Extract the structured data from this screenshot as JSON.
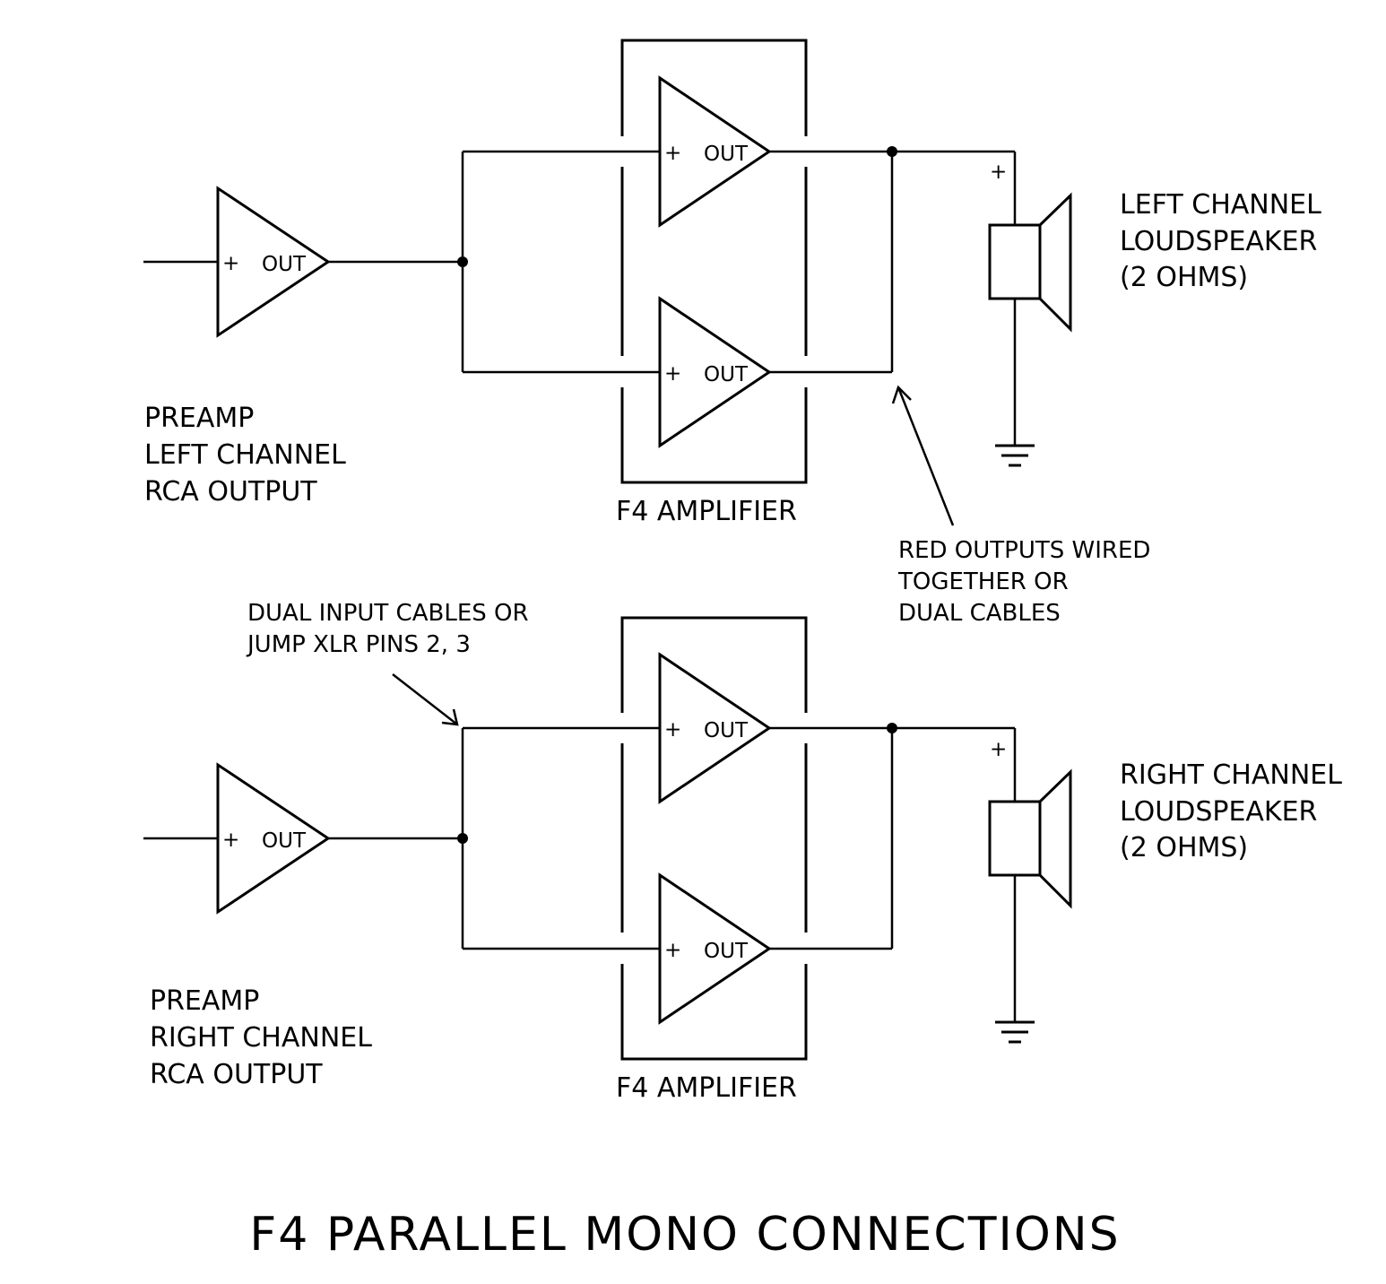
{
  "title": "F4 PARALLEL MONO CONNECTIONS",
  "amp_plus": "+",
  "amp_out": "OUT",
  "speaker_plus": "+",
  "left": {
    "preamp_lines": [
      "PREAMP",
      "LEFT CHANNEL",
      "RCA OUTPUT"
    ],
    "amplifier_label": "F4 AMPLIFIER",
    "speaker_lines": [
      "LEFT CHANNEL",
      "LOUDSPEAKER",
      "(2 OHMS)"
    ]
  },
  "right": {
    "preamp_lines": [
      "PREAMP",
      "RIGHT CHANNEL",
      "RCA OUTPUT"
    ],
    "amplifier_label": "F4 AMPLIFIER",
    "speaker_lines": [
      "RIGHT CHANNEL",
      "LOUDSPEAKER",
      "(2 OHMS)"
    ]
  },
  "note_outputs": [
    "RED OUTPUTS WIRED",
    "TOGETHER OR",
    "DUAL CABLES"
  ],
  "note_inputs": [
    "DUAL INPUT CABLES OR",
    "JUMP XLR PINS 2, 3"
  ],
  "colors": {
    "line": "#000000",
    "background": "#ffffff"
  }
}
